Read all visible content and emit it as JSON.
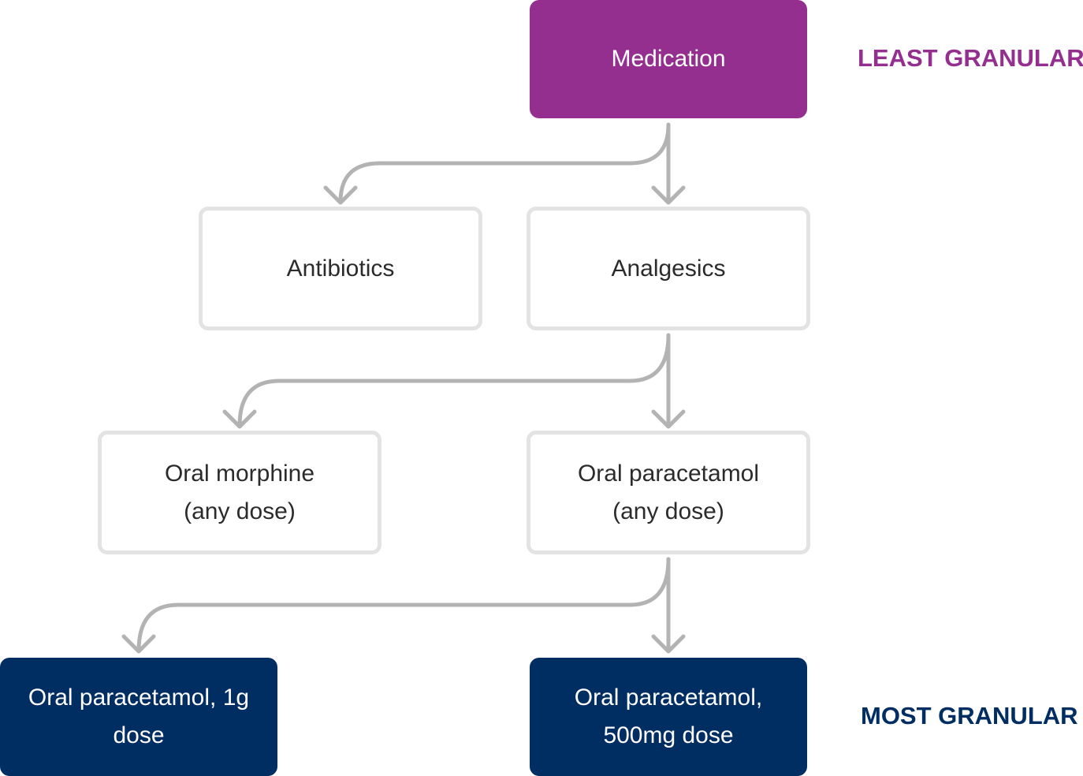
{
  "diagram": {
    "colors": {
      "root": "#952f8f",
      "leaf": "#002d62",
      "mid_border": "#e3e3e3",
      "arrow": "#b3b3b3"
    },
    "nodes": {
      "medication": "Medication",
      "antibiotics": "Antibiotics",
      "analgesics": "Analgesics",
      "oral_morphine": [
        "Oral morphine",
        "(any dose)"
      ],
      "oral_paracetamol": [
        "Oral paracetamol",
        "(any dose)"
      ],
      "paracetamol_1g": [
        "Oral paracetamol, 1g",
        "dose"
      ],
      "paracetamol_500mg": [
        "Oral paracetamol,",
        "500mg dose"
      ]
    },
    "edges": [
      {
        "from": "Medication",
        "to": "Antibiotics"
      },
      {
        "from": "Medication",
        "to": "Analgesics"
      },
      {
        "from": "Analgesics",
        "to": "Oral morphine (any dose)"
      },
      {
        "from": "Analgesics",
        "to": "Oral paracetamol (any dose)"
      },
      {
        "from": "Oral paracetamol (any dose)",
        "to": "Oral paracetamol, 1g dose"
      },
      {
        "from": "Oral paracetamol (any dose)",
        "to": "Oral paracetamol, 500mg dose"
      }
    ],
    "scale_labels": {
      "top": "LEAST GRANULAR",
      "bottom": "MOST GRANULAR"
    }
  }
}
